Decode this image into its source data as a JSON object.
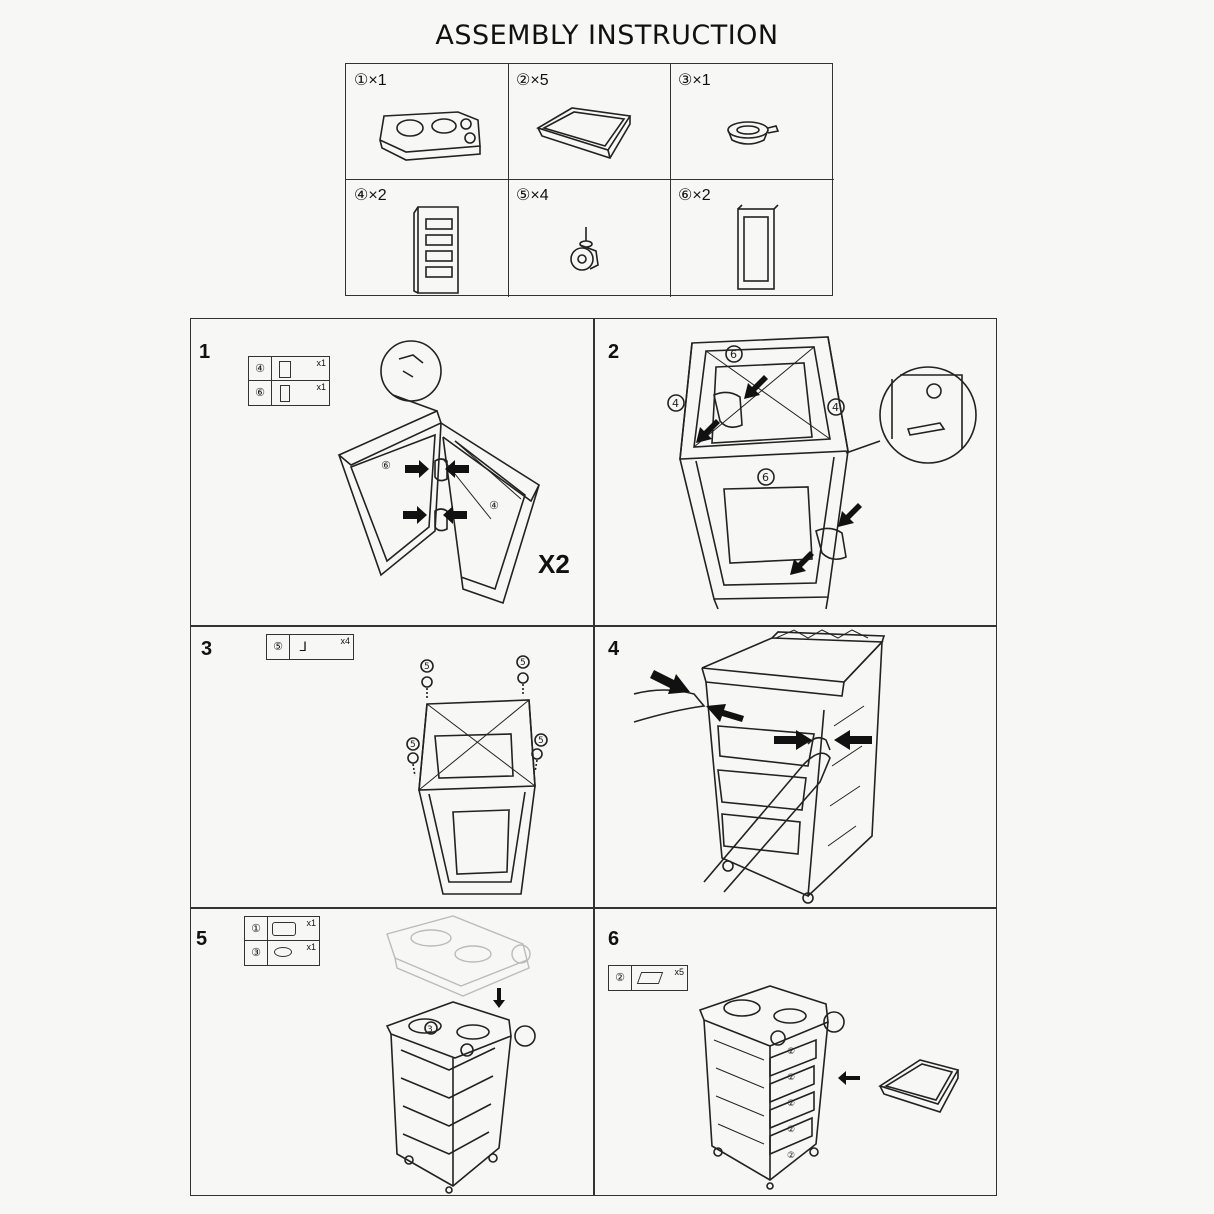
{
  "title": "ASSEMBLY INSTRUCTION",
  "parts": [
    {
      "label": "①×1",
      "icon": "top-tray-icon"
    },
    {
      "label": "②×5",
      "icon": "drawer-tray-icon"
    },
    {
      "label": "③×1",
      "icon": "bowl-holder-icon"
    },
    {
      "label": "④×2",
      "icon": "side-panel-icon"
    },
    {
      "label": "⑤×4",
      "icon": "caster-wheel-icon"
    },
    {
      "label": "⑥×2",
      "icon": "frame-panel-icon"
    }
  ],
  "steps": [
    {
      "number": "1",
      "parts": [
        {
          "id": "④",
          "qty": "x1"
        },
        {
          "id": "⑥",
          "qty": "x1"
        }
      ],
      "repeat": "X2"
    },
    {
      "number": "2"
    },
    {
      "number": "3",
      "parts": [
        {
          "id": "⑤",
          "qty": "x4"
        }
      ]
    },
    {
      "number": "4"
    },
    {
      "number": "5",
      "parts": [
        {
          "id": "①",
          "qty": "x1"
        },
        {
          "id": "③",
          "qty": "x1"
        }
      ]
    },
    {
      "number": "6",
      "parts": [
        {
          "id": "②",
          "qty": "x5"
        }
      ]
    }
  ]
}
